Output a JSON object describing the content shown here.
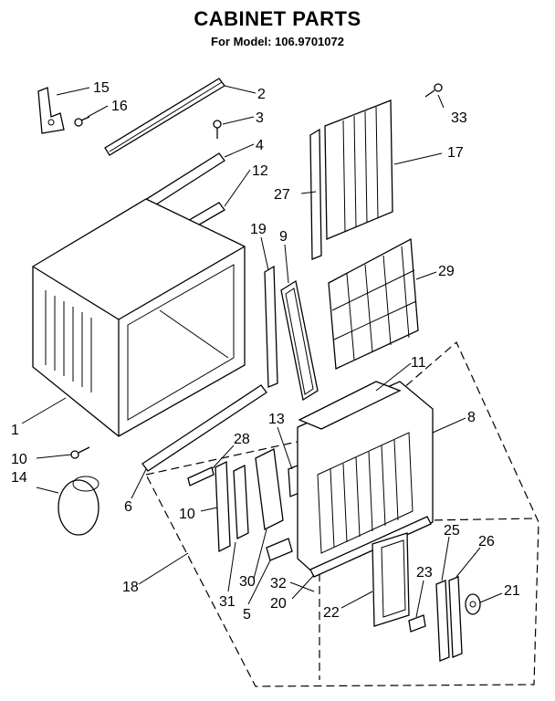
{
  "header": {
    "title": "CABINET PARTS",
    "model": "For Model: 106.9701072"
  },
  "callouts": {
    "c1": "1",
    "c2": "2",
    "c3": "3",
    "c4": "4",
    "c5": "5",
    "c6": "6",
    "c8": "8",
    "c9": "9",
    "c10a": "10",
    "c10b": "10",
    "c11": "11",
    "c12": "12",
    "c13": "13",
    "c14": "14",
    "c15": "15",
    "c16": "16",
    "c17": "17",
    "c18": "18",
    "c19": "19",
    "c20": "20",
    "c21": "21",
    "c22": "22",
    "c23": "23",
    "c25": "25",
    "c26": "26",
    "c27": "27",
    "c28": "28",
    "c29": "29",
    "c30": "30",
    "c31": "31",
    "c32": "32",
    "c33": "33"
  }
}
